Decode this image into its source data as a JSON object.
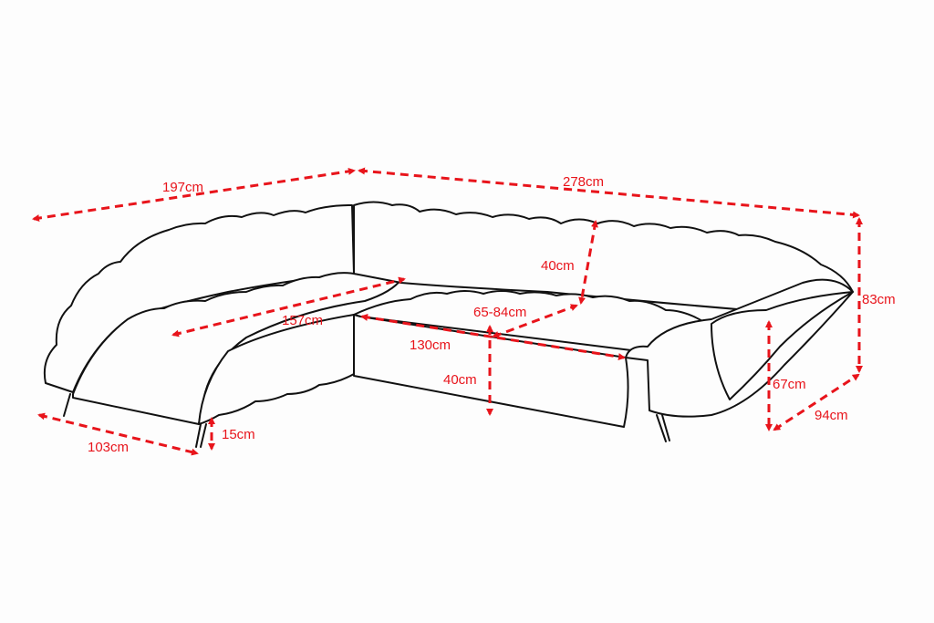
{
  "colors": {
    "dimension": "#e8141b",
    "outline": "#111111",
    "background": "#fdfdfd"
  },
  "dimensions": {
    "left_length": "197cm",
    "back_length": "278cm",
    "back_height": "40cm",
    "total_height": "83cm",
    "chaise_seat_length": "157cm",
    "seat_depth": "65-84cm",
    "middle_seat_width": "130cm",
    "seat_height": "40cm",
    "arm_height": "67cm",
    "total_depth": "94cm",
    "chaise_width": "103cm",
    "leg_height": "15cm"
  }
}
